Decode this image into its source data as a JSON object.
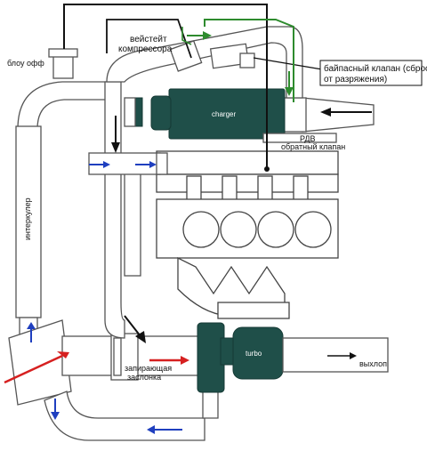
{
  "labels": {
    "blow_off": "блоу офф",
    "wastegate": "вейстейт компрессора",
    "bypass_valve": "байпасный клапан (сброс от разряжения)",
    "bypass_line1": "байпасный клапан (сброс",
    "bypass_line2": "от разряжения)",
    "wastegate_line1": "вейстейт",
    "wastegate_line2": "компрессора",
    "charger": "charger",
    "rdv": "РДВ",
    "check_valve": "обратный клапан",
    "intercooler": "интеркулер",
    "turbo": "turbo",
    "exhaust": "выхлоп",
    "throttle_line1": "запирающая",
    "throttle_line2": "заслонка"
  },
  "colors": {
    "charger": "#1f4f49",
    "control_line": "#111111",
    "vacuum_line": "#2e8b2e",
    "flow_blue": "#1f3fbf",
    "flow_red": "#d62020"
  }
}
